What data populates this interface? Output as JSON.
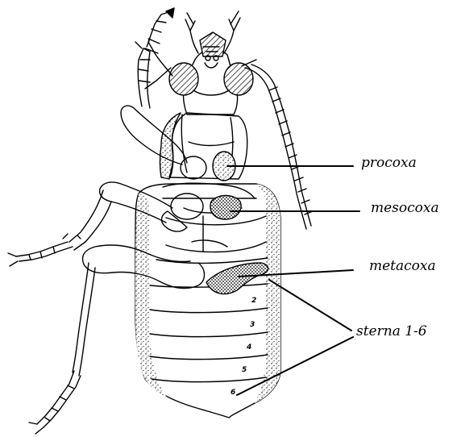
{
  "labels": {
    "procoxa": "procoxa",
    "mesocoxa": "mesocoxa",
    "metacoxa": "metacoxa",
    "sterna": "sterna 1-6"
  },
  "sternite_numbers": [
    "2",
    "3",
    "4",
    "5",
    "6"
  ]
}
